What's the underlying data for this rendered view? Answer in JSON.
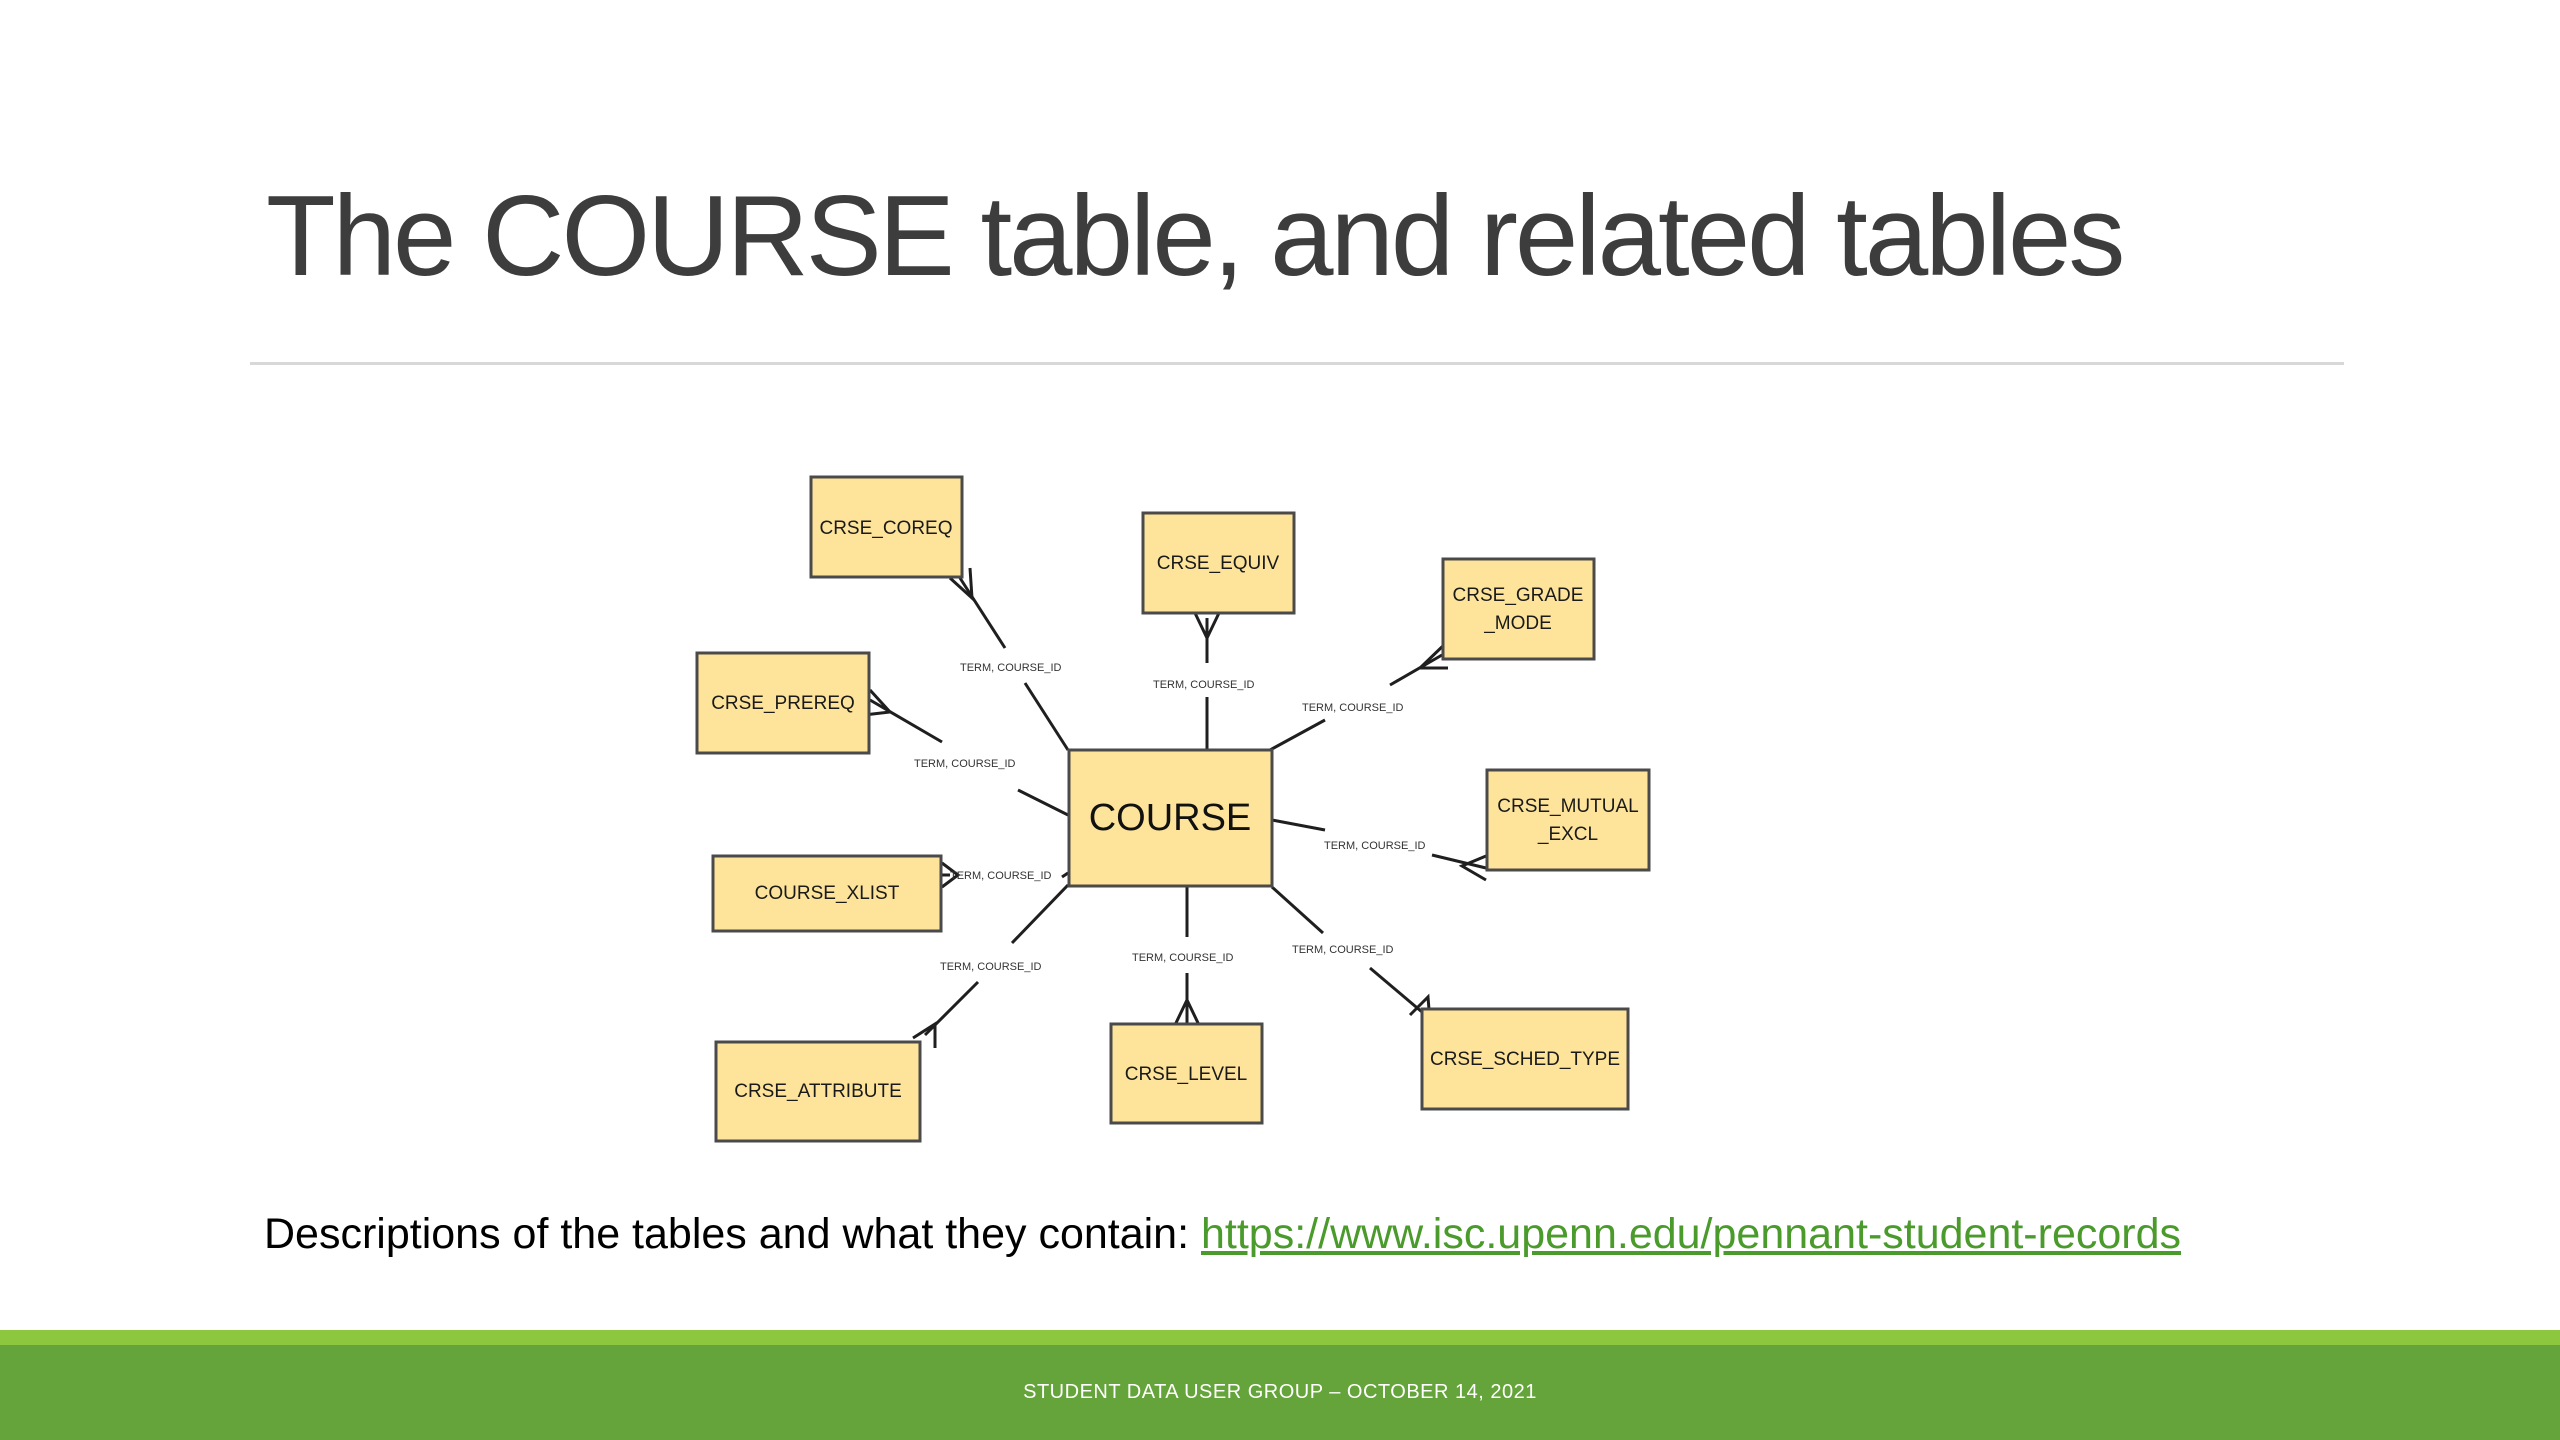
{
  "slide": {
    "title": "The COURSE table, and related tables",
    "description_prefix": "Descriptions of the tables and what they contain:",
    "link_text": "https://www.isc.upenn.edu/pennant-student-records",
    "footer": "STUDENT DATA USER GROUP – OCTOBER 14, 2021"
  },
  "diagram": {
    "center": "COURSE",
    "relation_label": "TERM, COURSE_ID",
    "tables": [
      "CRSE_COREQ",
      "CRSE_EQUIV",
      [
        "CRSE_GRADE",
        "_MODE"
      ],
      "CRSE_PREREQ",
      [
        "CRSE_MUTUAL",
        "_EXCL"
      ],
      "COURSE_XLIST",
      "CRSE_ATTRIBUTE",
      "CRSE_LEVEL",
      "CRSE_SCHED_TYPE"
    ]
  },
  "colors": {
    "box_fill": "#fde49a",
    "footer_green": "#65a43a",
    "footer_light_green": "#8dc63f",
    "link_green": "#4a9a2c"
  }
}
